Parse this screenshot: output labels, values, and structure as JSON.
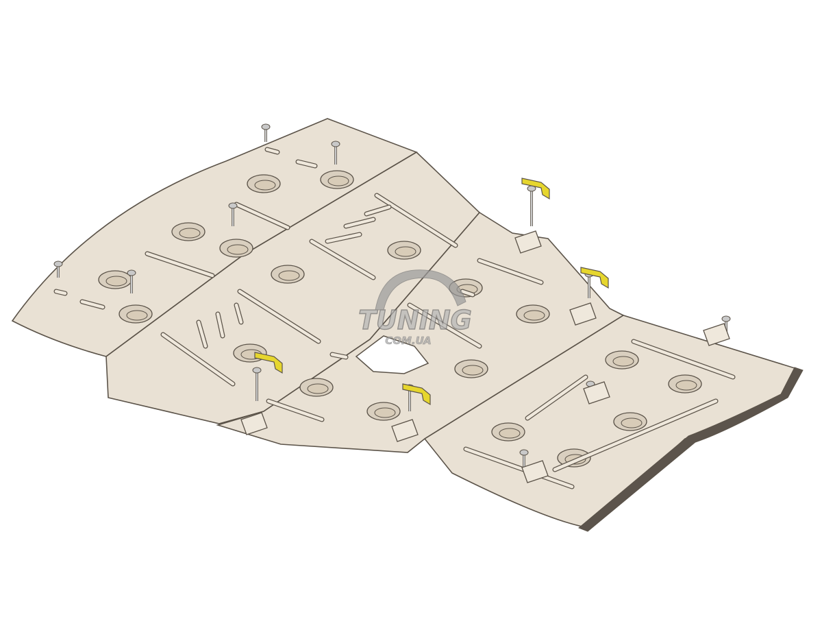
{
  "colors": {
    "background": "#ffffff",
    "plate": "#e9e1d4",
    "plate_light": "#efe8dc",
    "plate_shade": "#d9cfbf",
    "outline": "#5b5349",
    "hole_inner": "#d8ccb8",
    "clip": "#e6d62e",
    "bolt": "#c9c9c9",
    "edge_dark": "#5c544c",
    "watermark": "#8f8f8f"
  },
  "watermark": {
    "brand": "TUNING",
    "domain": "COM.UA",
    "icon": "arc-swoosh-logo-icon"
  },
  "diagram": {
    "subject": "underbody-skid-plate-assembly",
    "plate_sections": 4,
    "clips_shown": 4,
    "bolts_shown": 12
  }
}
